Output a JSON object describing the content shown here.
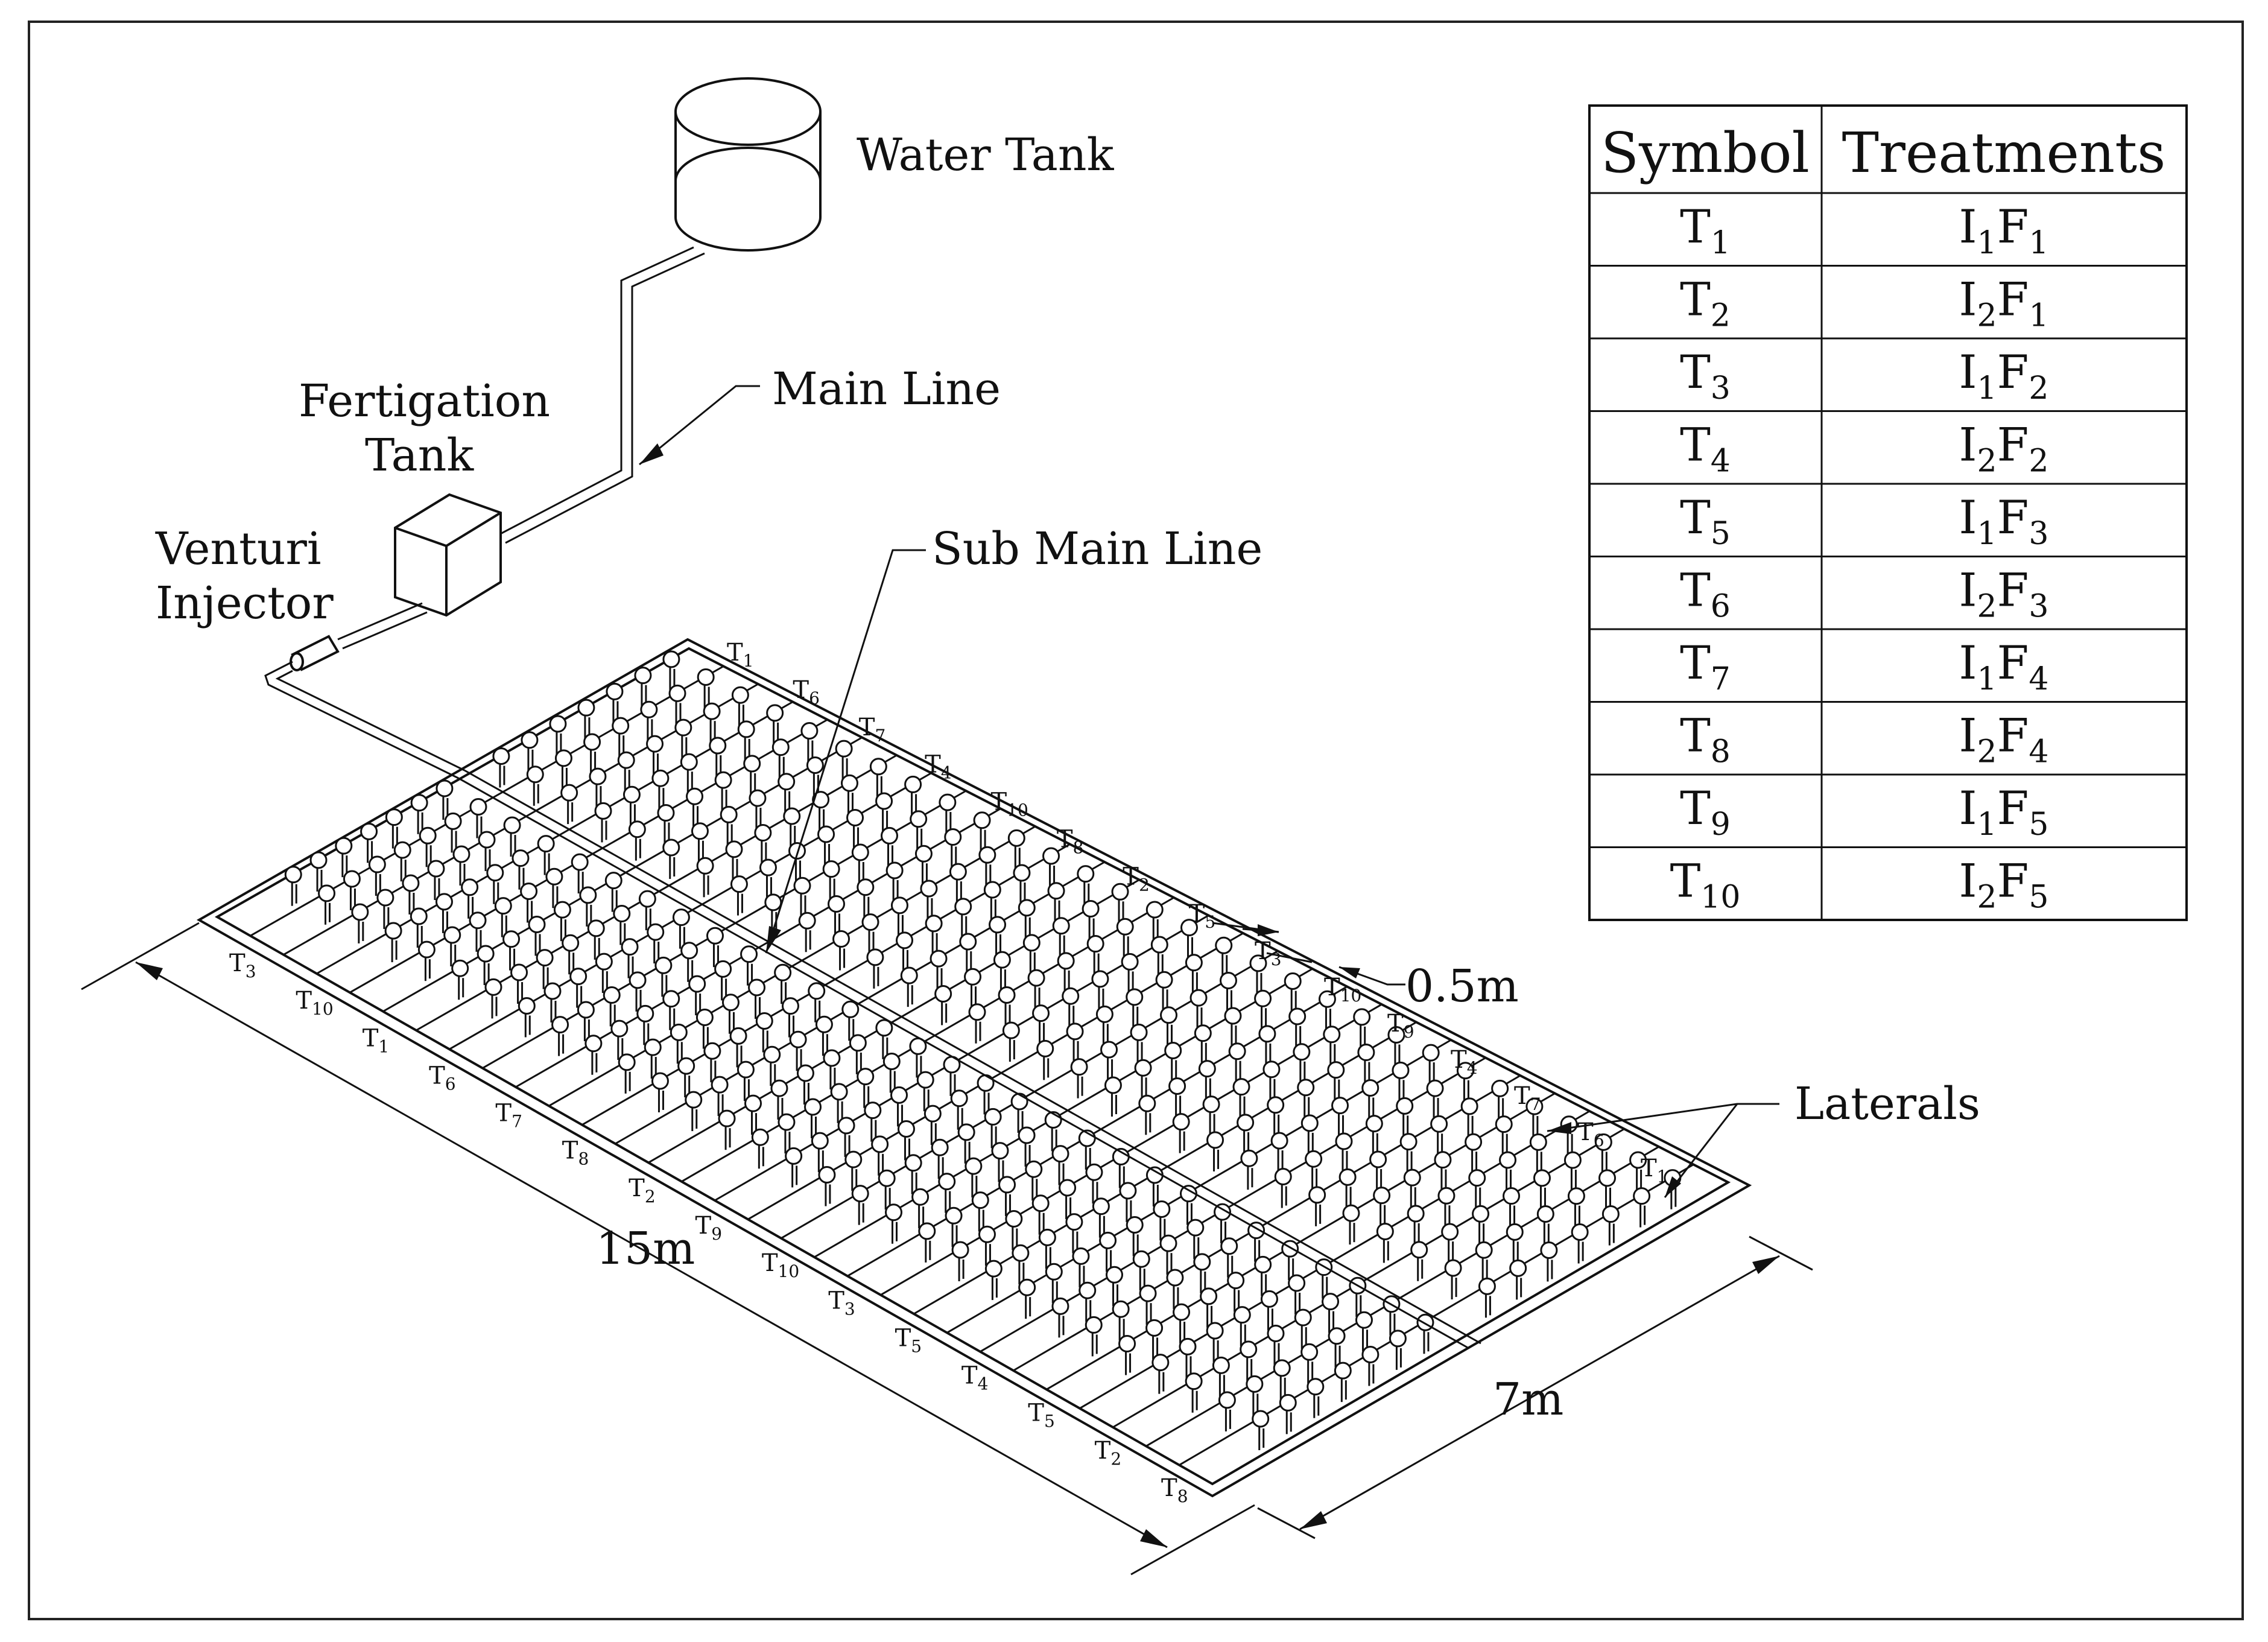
{
  "labels": {
    "water_tank": "Water Tank",
    "fertigation_tank_l1": "Fertigation",
    "fertigation_tank_l2": "Tank",
    "main_line": "Main Line",
    "venturi_l1": "Venturi",
    "venturi_l2": "Injector",
    "sub_main_line": "Sub Main Line",
    "laterals": "Laterals",
    "dim_length": "15m",
    "dim_width": "7m",
    "dim_spacing": "0.5m"
  },
  "table": {
    "headers": [
      "Symbol",
      "Treatments"
    ],
    "rows": [
      {
        "sym": "T",
        "sym_sub": "1",
        "i": "I",
        "i_sub": "1",
        "f": "F",
        "f_sub": "1"
      },
      {
        "sym": "T",
        "sym_sub": "2",
        "i": "I",
        "i_sub": "2",
        "f": "F",
        "f_sub": "1"
      },
      {
        "sym": "T",
        "sym_sub": "3",
        "i": "I",
        "i_sub": "1",
        "f": "F",
        "f_sub": "2"
      },
      {
        "sym": "T",
        "sym_sub": "4",
        "i": "I",
        "i_sub": "2",
        "f": "F",
        "f_sub": "2"
      },
      {
        "sym": "T",
        "sym_sub": "5",
        "i": "I",
        "i_sub": "1",
        "f": "F",
        "f_sub": "3"
      },
      {
        "sym": "T",
        "sym_sub": "6",
        "i": "I",
        "i_sub": "2",
        "f": "F",
        "f_sub": "3"
      },
      {
        "sym": "T",
        "sym_sub": "7",
        "i": "I",
        "i_sub": "1",
        "f": "F",
        "f_sub": "4"
      },
      {
        "sym": "T",
        "sym_sub": "8",
        "i": "I",
        "i_sub": "2",
        "f": "F",
        "f_sub": "4"
      },
      {
        "sym": "T",
        "sym_sub": "9",
        "i": "I",
        "i_sub": "1",
        "f": "F",
        "f_sub": "5"
      },
      {
        "sym": "T",
        "sym_sub": "10",
        "i": "I",
        "i_sub": "2",
        "f": "F",
        "f_sub": "5"
      }
    ]
  },
  "field": {
    "left_edge_labels": [
      "3",
      "10",
      "1",
      "6",
      "7",
      "8",
      "2",
      "9",
      "10",
      "3",
      "5",
      "4",
      "5",
      "2",
      "8"
    ],
    "top_upper_labels": [
      "1",
      "6",
      "7",
      "4",
      "10",
      "8",
      "2",
      "5",
      "3"
    ],
    "top_lower_labels": [
      "10",
      "9",
      "4",
      "7",
      "6",
      "1"
    ],
    "label_prefix": "T"
  }
}
